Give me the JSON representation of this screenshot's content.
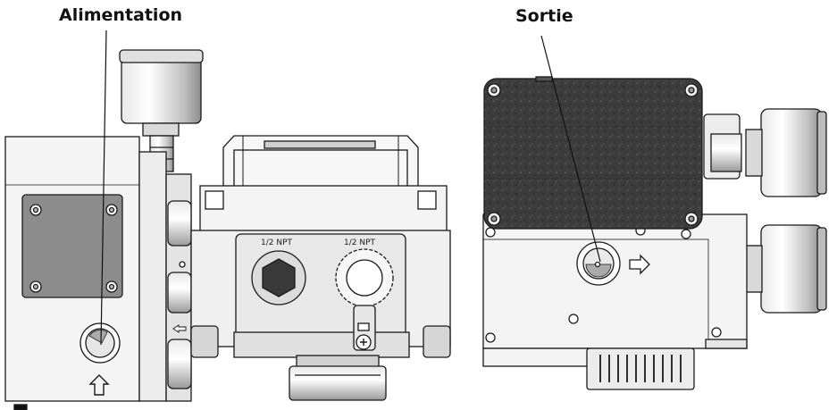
{
  "labels": {
    "supply": "Alimentation",
    "output": "Sortie"
  },
  "ports": {
    "left": "1/2 NPT",
    "right": "1/2 NPT"
  },
  "colors": {
    "outline": "#1a1a1a",
    "body": "#f4f4f4",
    "metal": "#d9d9d9",
    "plate": "#8c8c8c",
    "cover": "#3c3c3c"
  },
  "icons": {
    "supply_arrow": "up-arrow-icon",
    "output_arrow": "right-arrow-icon"
  }
}
